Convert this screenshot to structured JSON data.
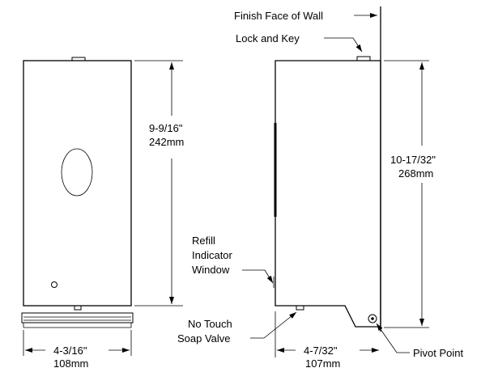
{
  "front_view": {
    "height_dim": {
      "imperial": "9-9/16\"",
      "metric": "242mm"
    },
    "width_dim": {
      "imperial": "4-3/16\"",
      "metric": "108mm"
    }
  },
  "side_view": {
    "finish_face_label": "Finish Face of Wall",
    "lock_label": "Lock and Key",
    "height_dim": {
      "imperial": "10-17/32\"",
      "metric": "268mm"
    },
    "depth_dim": {
      "imperial": "4-7/32\"",
      "metric": "107mm"
    },
    "refill_label": [
      "Refill",
      "Indicator",
      "Window"
    ],
    "valve_label": [
      "No Touch",
      "Soap Valve"
    ],
    "pivot_label": "Pivot Point"
  }
}
